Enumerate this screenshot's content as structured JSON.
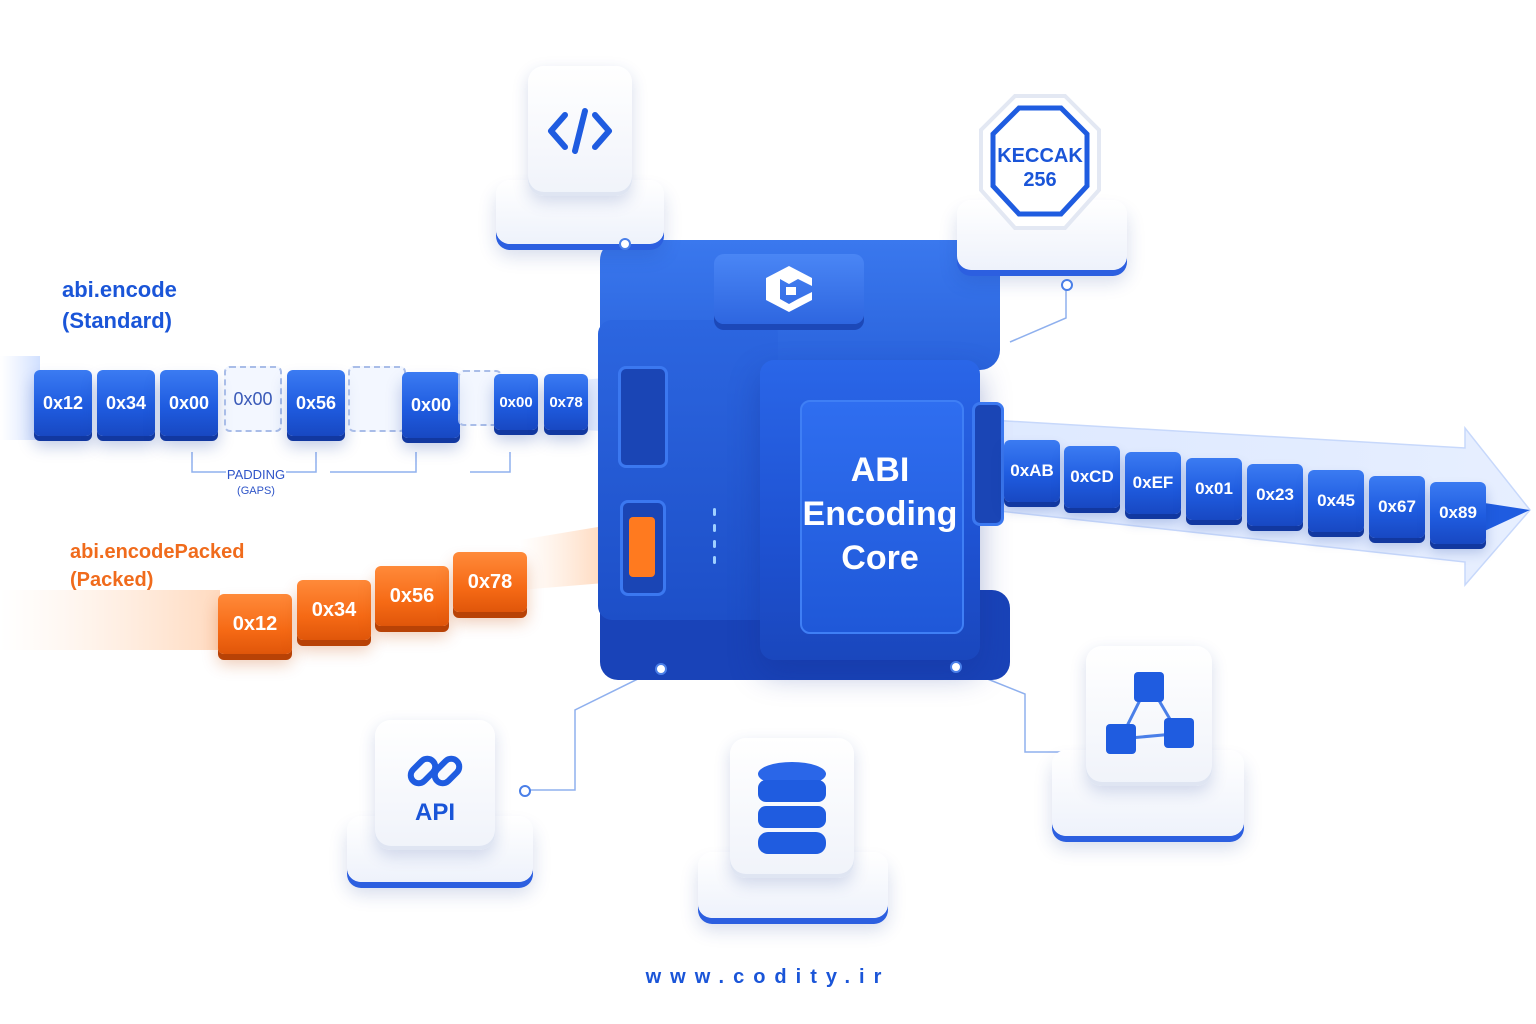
{
  "labels": {
    "standard_line1": "abi.encode",
    "standard_line2": "(Standard)",
    "packed_line1": "abi.encodePacked",
    "packed_line2": "(Packed)",
    "padding": "PADDING",
    "padding_sub": "(GAPS)",
    "core_line1": "ABI",
    "core_line2": "Encoding",
    "core_line3": "Core",
    "keccak_line1": "KECCAK",
    "keccak_line2": "256",
    "api": "API",
    "footer": "www.codity.ir"
  },
  "standard_bytes": [
    "0x12",
    "0x34",
    "0x00",
    "0x00",
    "0x56",
    "",
    "0x00",
    "",
    "0x00",
    "0x78"
  ],
  "packed_bytes": [
    "0x12",
    "0x34",
    "0x56",
    "0x78"
  ],
  "output_bytes": [
    "0xAB",
    "0xCD",
    "0xEF",
    "0x01",
    "0x23",
    "0x45",
    "0x67",
    "0x89"
  ],
  "icons": {
    "code": "code-brackets-icon",
    "hash": "keccak-octagon-icon",
    "api": "chain-link-icon",
    "database": "database-icon",
    "network": "cube-network-icon",
    "core_logo": "codity-logo-icon"
  },
  "colors": {
    "primary_blue": "#1f5ce0",
    "packed_orange": "#f66a15",
    "text_blue": "#1a55d8"
  }
}
